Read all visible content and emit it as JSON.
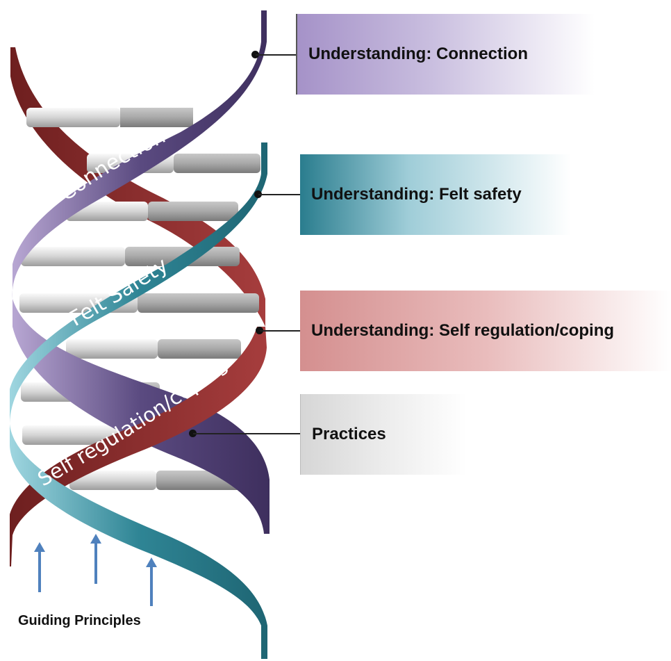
{
  "colors": {
    "connection": "#4a3a6e",
    "felt_safety": "#2e7f8f",
    "self_regulation": "#7a2626",
    "practices": "#d9d9d9",
    "arrow": "#4f81bd"
  },
  "helix": {
    "connection_label": "Connection",
    "felt_safety_label": "Felt Safety",
    "self_regulation_label": "Self regulation/coping"
  },
  "boxes": [
    {
      "label": "Understanding: Connection"
    },
    {
      "label": "Understanding: Felt safety"
    },
    {
      "label": "Understanding: Self regulation/coping"
    },
    {
      "label": "Practices"
    }
  ],
  "footer": {
    "guiding_principles": "Guiding Principles"
  }
}
